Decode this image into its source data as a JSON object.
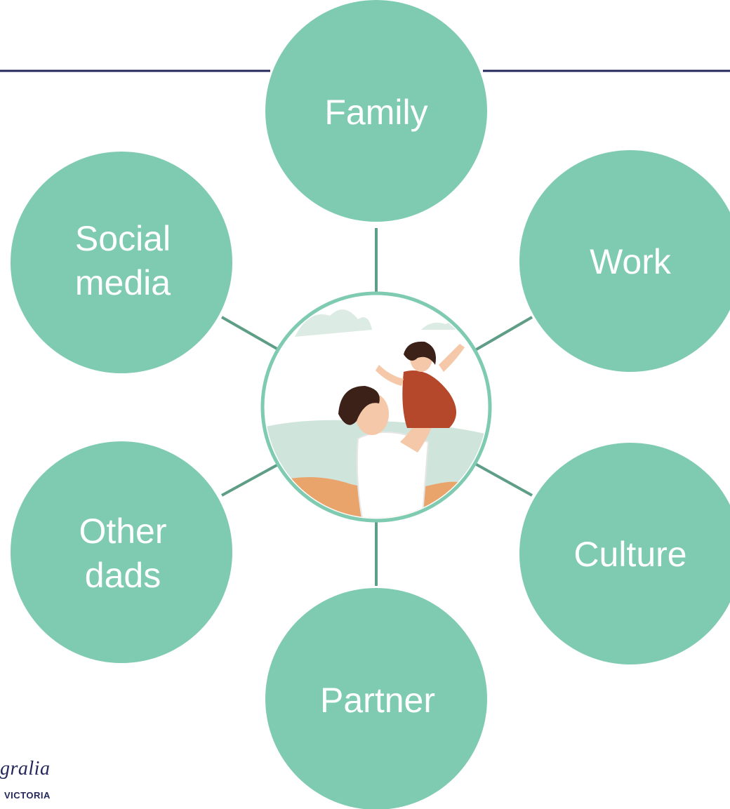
{
  "diagram": {
    "center": {
      "image": "father-lifting-child-illustration"
    },
    "nodes": [
      {
        "id": "family",
        "lines": [
          "Family"
        ]
      },
      {
        "id": "work",
        "lines": [
          "Work"
        ]
      },
      {
        "id": "culture",
        "lines": [
          "Culture"
        ]
      },
      {
        "id": "partner",
        "lines": [
          "Partner"
        ]
      },
      {
        "id": "other-dads",
        "lines": [
          "Other",
          "dads"
        ]
      },
      {
        "id": "social-media",
        "lines": [
          "Social",
          "media"
        ]
      }
    ]
  },
  "logo": {
    "text": "gralia",
    "sub": "VICTORIA"
  },
  "colors": {
    "node": "#7fcbb1",
    "connector": "#5f9e86",
    "rule": "#24275a"
  }
}
